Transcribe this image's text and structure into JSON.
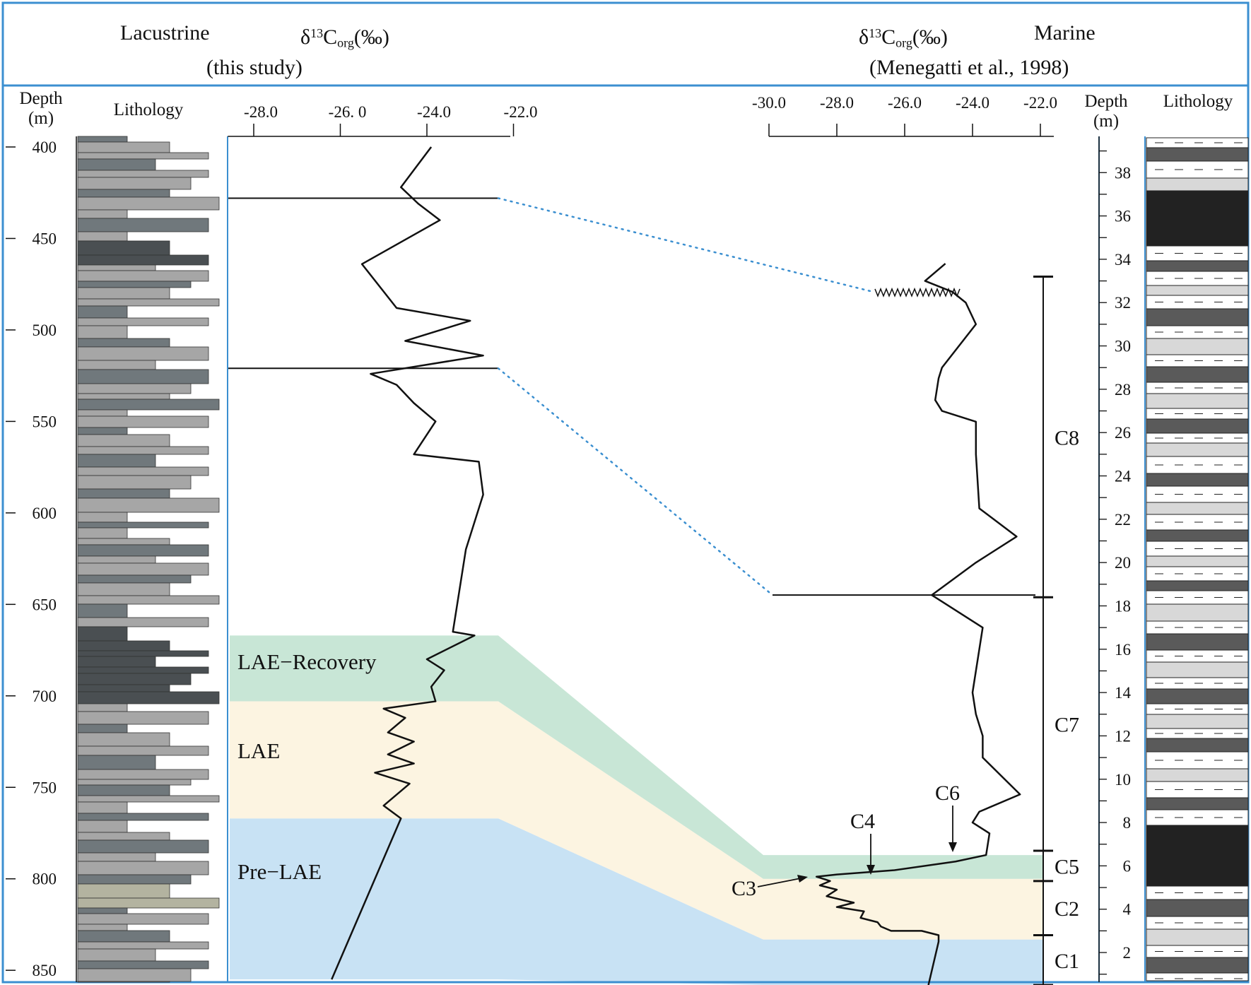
{
  "header": {
    "left_title": "Lacustrine",
    "left_subtitle": "(this study)",
    "left_axis_label": "δ13Corg(‰)",
    "right_title": "Marine",
    "right_subtitle": "(Menegatti et al., 1998)",
    "right_axis_label": "δ13Corg(‰)"
  },
  "columns": {
    "left_depth": "Depth",
    "left_depth_unit": "(m)",
    "left_lithology": "Lithology",
    "right_depth": "Depth",
    "right_depth_unit": "(m)",
    "right_lithology": "Lithology"
  },
  "colors": {
    "frame": "#3b8fd0",
    "lae_recovery": "#c8e6d6",
    "lae": "#fcf4e1",
    "pre_lae": "#c8e2f4",
    "correlation": "#3b8fd0",
    "curve": "#111111"
  },
  "chart_data": [
    {
      "type": "line",
      "panel": "lacustrine",
      "xlabel": "δ13Corg(‰)",
      "ylabel": "Depth (m)",
      "x_ticks": [
        "-28.0",
        "-26. 0",
        "-24.0",
        "-22.0"
      ],
      "x_tick_values": [
        -28,
        -26,
        -24,
        -22
      ],
      "xlim": [
        -28.6,
        -21.7
      ],
      "y_ticks": [
        400,
        450,
        500,
        550,
        600,
        650,
        700,
        750,
        800,
        850
      ],
      "ylim": [
        395,
        855
      ],
      "y_inverted": true,
      "series": [
        {
          "x": [
            -23.9,
            -24.6,
            -24.2,
            -23.7,
            -25.5,
            -24.7,
            -23.0,
            -24.5,
            -22.7,
            -25.3,
            -24.7,
            -24.3,
            -23.8,
            -24.3,
            -22.8,
            -22.7,
            -23.1,
            -23.4,
            -22.9,
            -24.0,
            -23.6,
            -23.9,
            -23.8,
            -25.0,
            -24.5,
            -24.9,
            -24.3,
            -24.9,
            -24.3,
            -25.2,
            -24.4,
            -25.0,
            -24.6,
            -26.2
          ],
          "y": [
            400,
            422,
            431,
            440,
            464,
            488,
            495,
            506,
            514,
            524,
            530,
            540,
            550,
            568,
            572,
            590,
            620,
            665,
            667,
            680,
            686,
            695,
            703,
            707,
            712,
            720,
            725,
            732,
            737,
            742,
            748,
            760,
            767,
            855
          ]
        }
      ],
      "zones": [
        {
          "name": "LAE-Recovery",
          "top": 667,
          "bottom": 703
        },
        {
          "name": "LAE",
          "top": 703,
          "bottom": 767
        },
        {
          "name": "Pre-LAE",
          "top": 767,
          "bottom": 855
        }
      ],
      "correlation_depths": [
        428,
        521
      ]
    },
    {
      "type": "line",
      "panel": "marine",
      "xlabel": "δ13Corg(‰)",
      "ylabel": "Depth (m)",
      "x_ticks": [
        "-30.0",
        "-28.0",
        "-26.0",
        "-24.0",
        "-22.0"
      ],
      "x_tick_values": [
        -30,
        -28,
        -26,
        -24,
        -22
      ],
      "xlim": [
        -30,
        -21.6
      ],
      "y_ticks": [
        2,
        4,
        6,
        8,
        10,
        12,
        14,
        16,
        18,
        20,
        22,
        24,
        26,
        28,
        30,
        32,
        34,
        36,
        38
      ],
      "ylim": [
        0.5,
        39.3
      ],
      "y_inverted": false,
      "series": [
        {
          "x": [
            -24.8,
            -25.4,
            -24.6,
            -24.2,
            -23.9,
            -24.9,
            -25.0,
            -25.1,
            -24.9,
            -23.9,
            -23.9,
            -23.8,
            -22.7,
            -23.9,
            -25.2,
            -23.7,
            -24.0,
            -23.9,
            -23.7,
            -23.7,
            -22.6,
            -23.8,
            -24.0,
            -23.5,
            -23.6,
            -24.5,
            -26.3,
            -28.0,
            -28.6,
            -28.2,
            -28.5,
            -28.0,
            -28.3,
            -27.5,
            -28.0,
            -27.2,
            -27.3,
            -26.8,
            -26.7,
            -26.4,
            -25.5,
            -25.0,
            -25.0,
            -25.3
          ],
          "y": [
            33.8,
            33.0,
            32.5,
            32.0,
            31.0,
            29.0,
            28.5,
            27.5,
            27.0,
            26.5,
            25.0,
            22.5,
            21.2,
            20.0,
            18.5,
            17.0,
            14.0,
            13.0,
            12.0,
            11.0,
            9.3,
            8.5,
            8.0,
            7.5,
            6.5,
            6.2,
            5.8,
            5.6,
            5.5,
            5.3,
            5.1,
            4.9,
            4.6,
            4.3,
            4.1,
            3.9,
            3.6,
            3.4,
            3.2,
            3.0,
            3.0,
            2.8,
            2.5,
            0.5
          ]
        }
      ],
      "zones": [
        {
          "name": "LAE-Recovery",
          "top": 6.5,
          "bottom": 5.4
        },
        {
          "name": "LAE",
          "top": 5.4,
          "bottom": 2.6
        },
        {
          "name": "Pre-LAE",
          "top": 2.6,
          "bottom": 0.5
        }
      ],
      "segments": [
        {
          "name": "C1",
          "top": 2.8,
          "bottom": 0.5
        },
        {
          "name": "C2",
          "top": 5.3,
          "bottom": 2.8
        },
        {
          "name": "C5",
          "top": 6.7,
          "bottom": 5.3
        },
        {
          "name": "C7",
          "top": 18.4,
          "bottom": 6.7
        },
        {
          "name": "C8",
          "top": 33.2,
          "bottom": 18.4
        }
      ],
      "annotations": [
        {
          "text": "C3",
          "x": -28.6,
          "y": 5.5
        },
        {
          "text": "C4",
          "x": -27.3,
          "y": 5.6
        },
        {
          "text": "C6",
          "x": -24.6,
          "y": 6.3
        }
      ],
      "correlation_depths": [
        32.5,
        18.5
      ]
    }
  ]
}
